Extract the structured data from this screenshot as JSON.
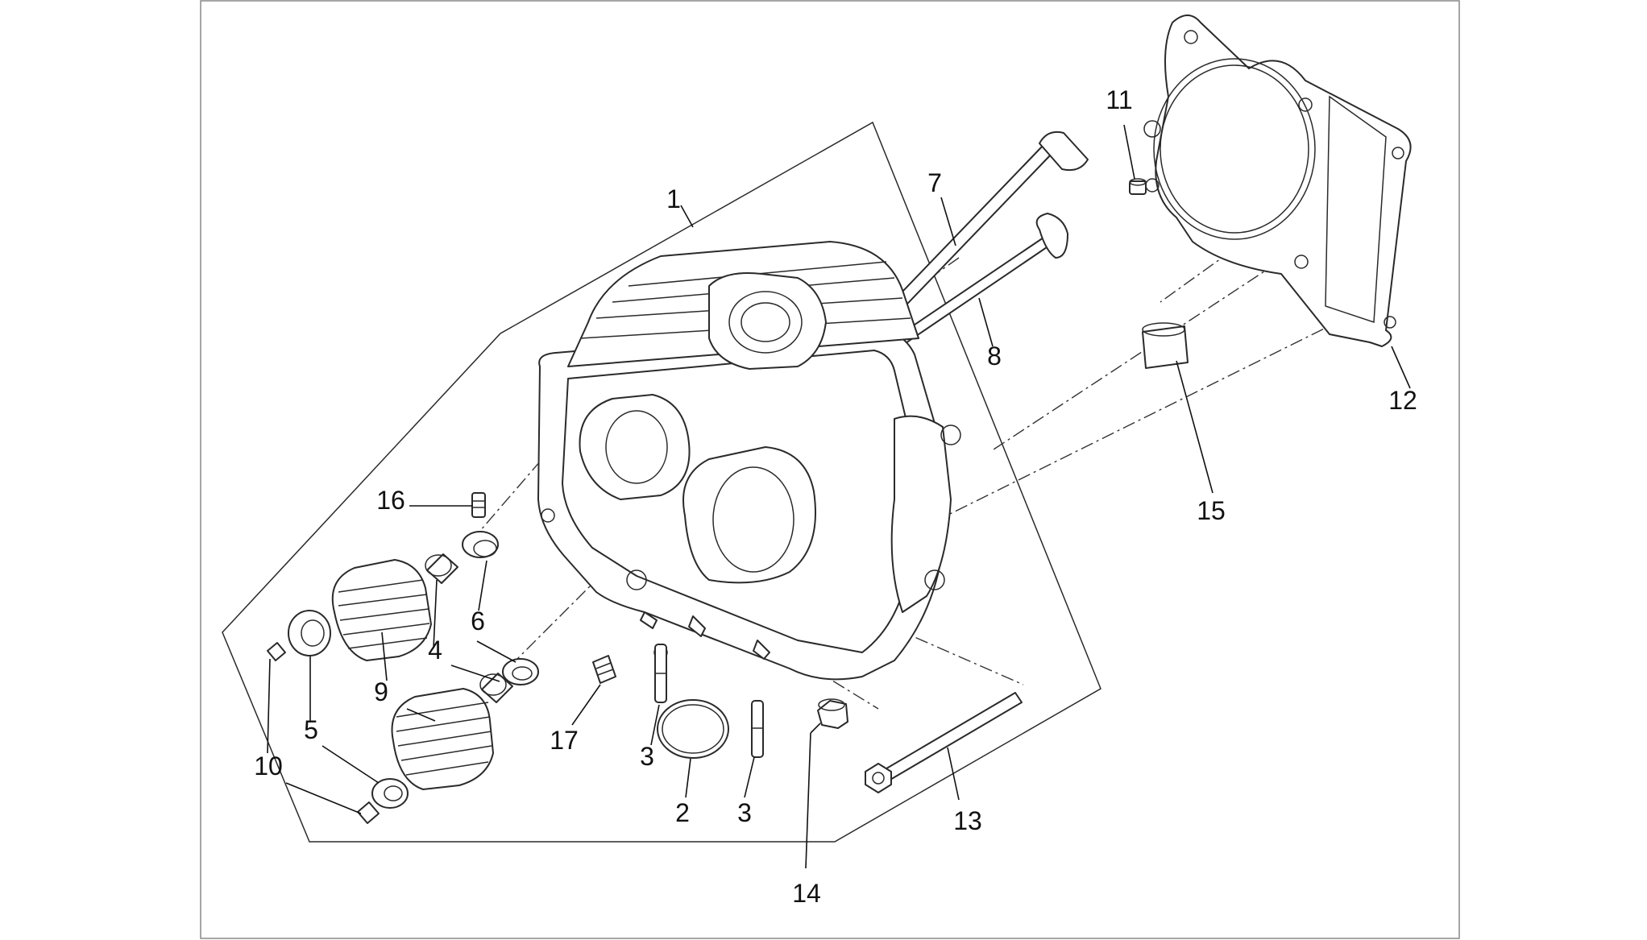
{
  "callouts": {
    "c1": "1",
    "c2": "2",
    "c3a": "3",
    "c3b": "3",
    "c4": "4",
    "c5": "5",
    "c6": "6",
    "c7": "7",
    "c8": "8",
    "c9": "9",
    "c10": "10",
    "c11": "11",
    "c12": "12",
    "c13": "13",
    "c14": "14",
    "c15": "15",
    "c16": "16",
    "c17": "17"
  }
}
